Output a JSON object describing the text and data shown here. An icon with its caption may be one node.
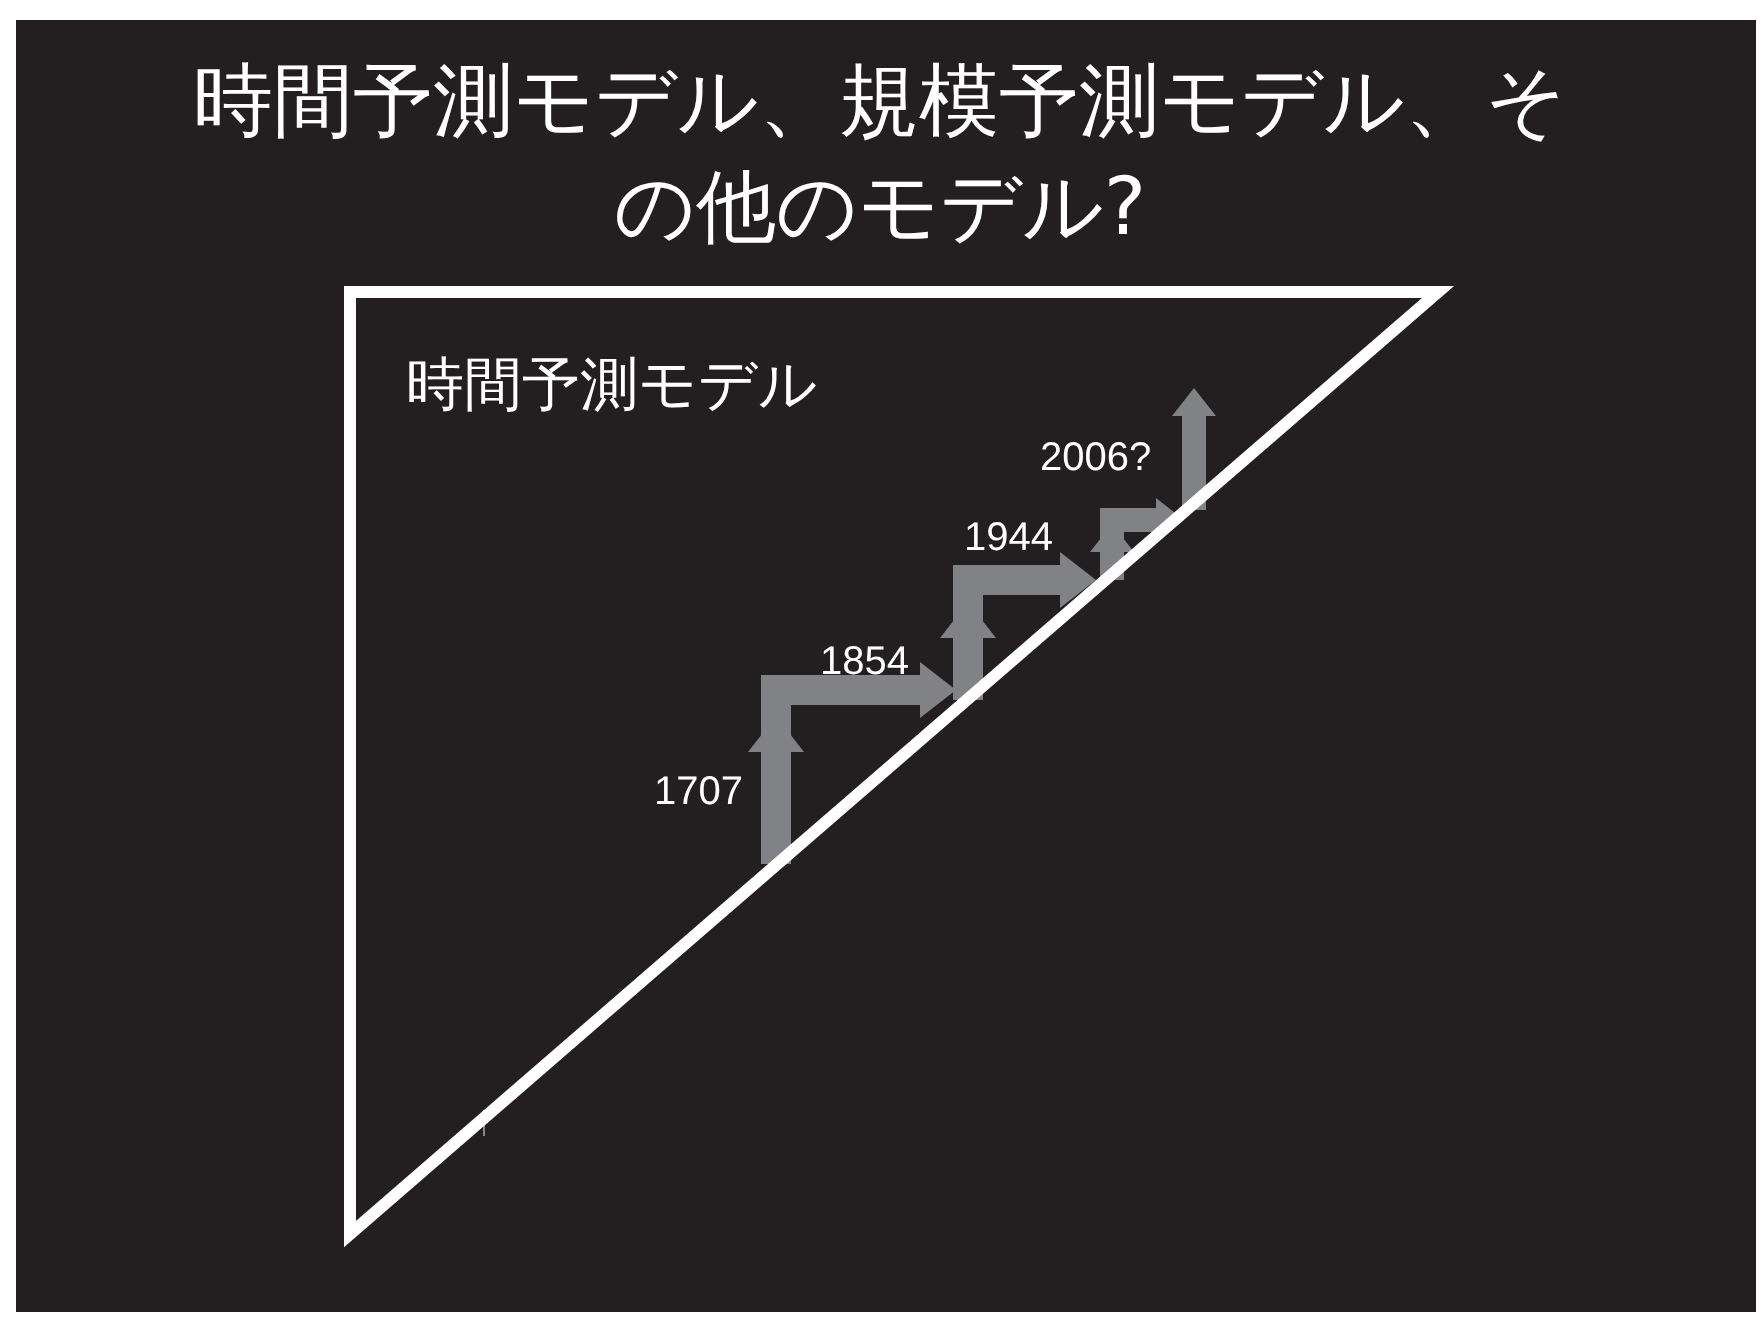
{
  "diagram": {
    "title": "時間予測モデル、規模予測モデル、その他のモデル?",
    "nodes": [
      {
        "text": [
          "時間予測モデル"
        ]
      }
    ],
    "labels": [
      "2006?",
      "1944",
      "1854",
      "1707"
    ]
  }
}
